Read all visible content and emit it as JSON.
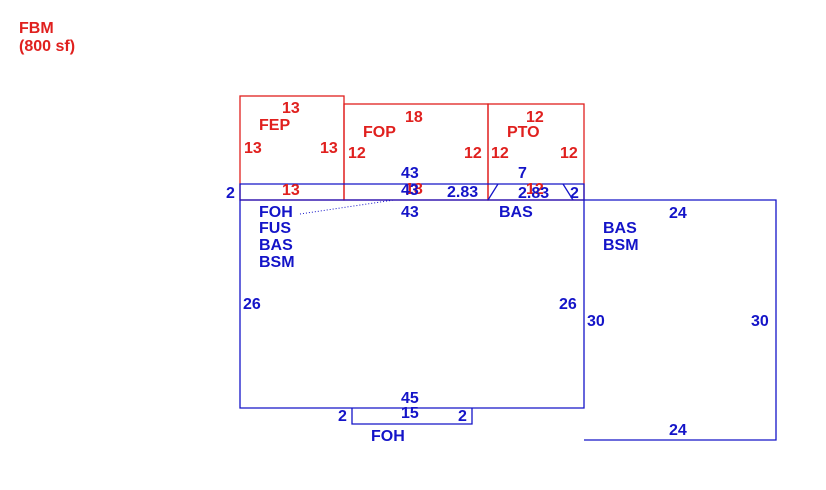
{
  "colors": {
    "red": "#e0201e",
    "blue": "#1414c8"
  },
  "legend": {
    "code": "FBM",
    "area": "(800 sf)"
  },
  "areas": {
    "fep": {
      "code": "FEP",
      "top": "13",
      "left": "13",
      "right": "13",
      "bottom": "13"
    },
    "fop": {
      "code": "FOP",
      "top": "18",
      "left": "12",
      "right": "12",
      "bottom": "18"
    },
    "pto": {
      "code": "PTO",
      "top": "12",
      "left": "12",
      "right": "12",
      "bottom": "12"
    },
    "strip": {
      "left": "2",
      "right": "2",
      "top_a": "43",
      "top_b": "43",
      "dim_a": "2.83",
      "dim_b": "7",
      "dim_c": "2.83"
    },
    "main": {
      "codes": [
        "FOH",
        "FUS",
        "BAS",
        "BSM"
      ],
      "top": "43",
      "left": "26",
      "right": "26",
      "bottom": "45",
      "notch_code": "BAS"
    },
    "east": {
      "codes": [
        "BAS",
        "BSM"
      ],
      "top": "24",
      "bottom": "24",
      "left": "30",
      "right": "30"
    },
    "bump": {
      "code": "FOH",
      "top": "15",
      "left": "2",
      "right": "2"
    }
  }
}
